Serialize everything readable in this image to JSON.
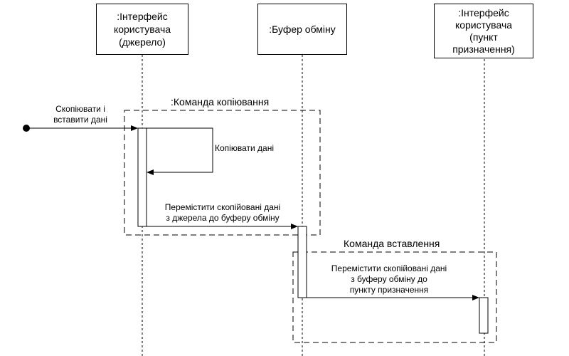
{
  "lifelines": [
    {
      "name": ":Інтерфейс\nкористувача\n(джерело)"
    },
    {
      "name": ":Буфер обміну"
    },
    {
      "name": ":Інтерфейс\nкористувача\n(пункт\nпризначення)"
    }
  ],
  "fragments": {
    "copy": ":Команда копіювання",
    "paste": "Команда вставлення"
  },
  "messages": {
    "start": "Скопіювати і\nвставити дані",
    "self_copy": "Копіювати дані",
    "move_to_buffer": "Перемістити скопійовані дані\nз джерела до буферу обміну",
    "move_to_target": "Перемістити скопійовані дані\nз буферу обміну до\nпункту призначення"
  }
}
